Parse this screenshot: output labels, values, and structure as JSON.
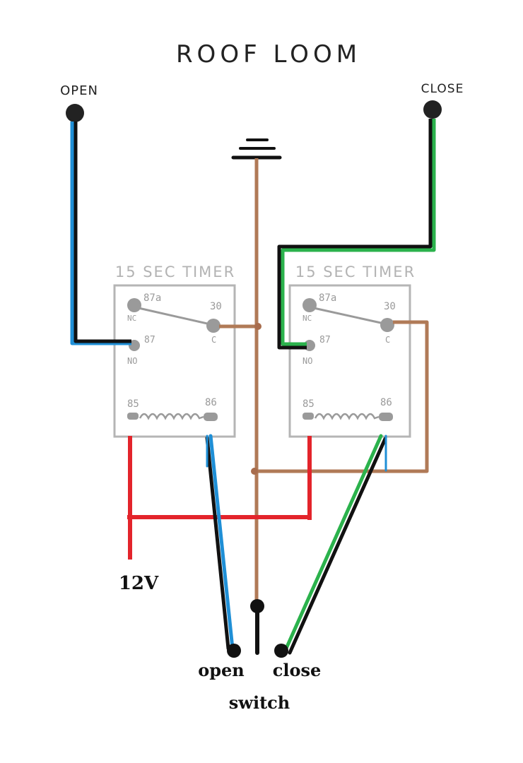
{
  "title": "ROOF LOOM",
  "terminals": {
    "open_label": "OPEN",
    "close_label": "CLOSE"
  },
  "relays": [
    {
      "title": "15 SEC TIMER",
      "pin_87a": "87a",
      "pin_nc": "NC",
      "pin_30": "30",
      "pin_c": "C",
      "pin_87": "87",
      "pin_no": "NO",
      "pin_85": "85",
      "pin_86": "86"
    },
    {
      "title": "15 SEC TIMER",
      "pin_87a": "87a",
      "pin_nc": "NC",
      "pin_30": "30",
      "pin_c": "C",
      "pin_87": "87",
      "pin_no": "NO",
      "pin_85": "85",
      "pin_86": "86"
    }
  ],
  "power_label": "12V",
  "switch": {
    "open_label": "open",
    "close_label": "close",
    "label": "switch"
  },
  "colors": {
    "brown": "#b07a57",
    "red": "#e3242b",
    "blue": "#1f8fd6",
    "green": "#2bb24c",
    "black": "#111111",
    "relay_grey": "#b5b5b5"
  }
}
